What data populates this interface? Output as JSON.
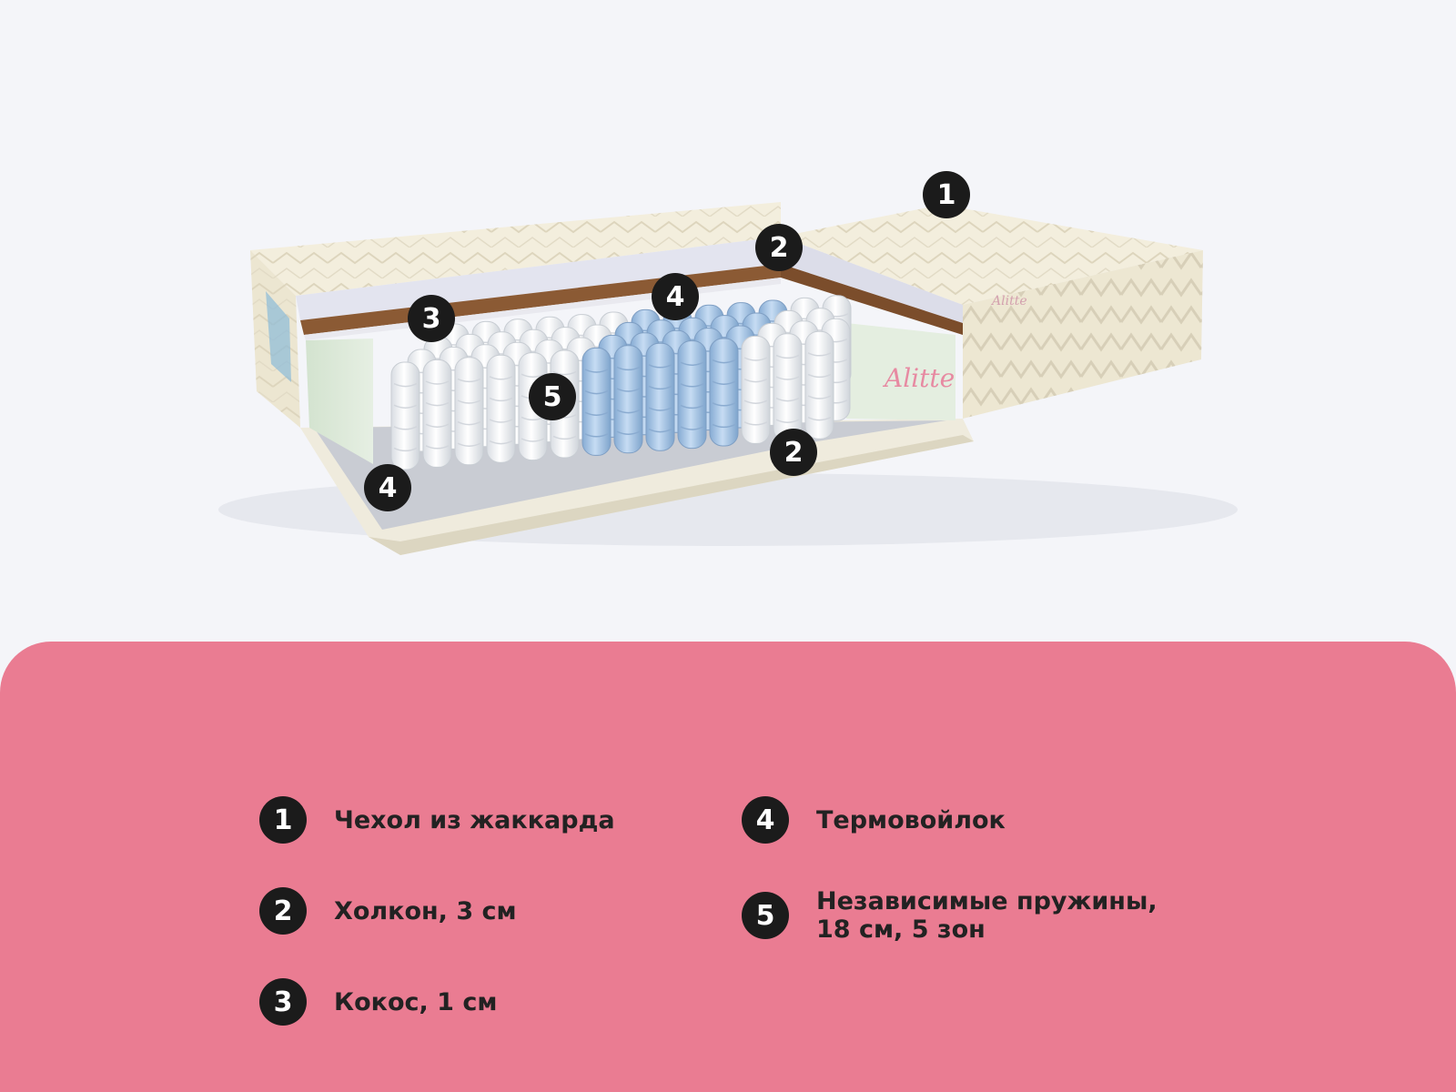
{
  "markers": {
    "top": "1",
    "top_foam": "2",
    "coconut": "3",
    "felt_top": "4",
    "springs": "5",
    "felt_bottom": "4",
    "bottom_foam": "2"
  },
  "legend": {
    "items": [
      {
        "num": "1",
        "line1": "Чехол из жаккарда"
      },
      {
        "num": "2",
        "line1": "Холкон, 3 см"
      },
      {
        "num": "3",
        "line1": "Кокос, 1 см"
      },
      {
        "num": "4",
        "line1": "Термовойлок"
      },
      {
        "num": "5",
        "line1": "Независимые пружины,",
        "line2": "18 см, 5 зон"
      }
    ]
  },
  "logo": {
    "brand_text": "Alitte"
  },
  "colors": {
    "background": "#f4f5f9",
    "panel": "#ea7c92",
    "marker": "#1b1b1b",
    "cover": "#f1ecd9",
    "coconut": "#8b5a34",
    "spring_blue": "#a8c8ea"
  },
  "icons": {
    "marker": "numbered-circle-icon",
    "logo": "alitte-script-logo"
  }
}
